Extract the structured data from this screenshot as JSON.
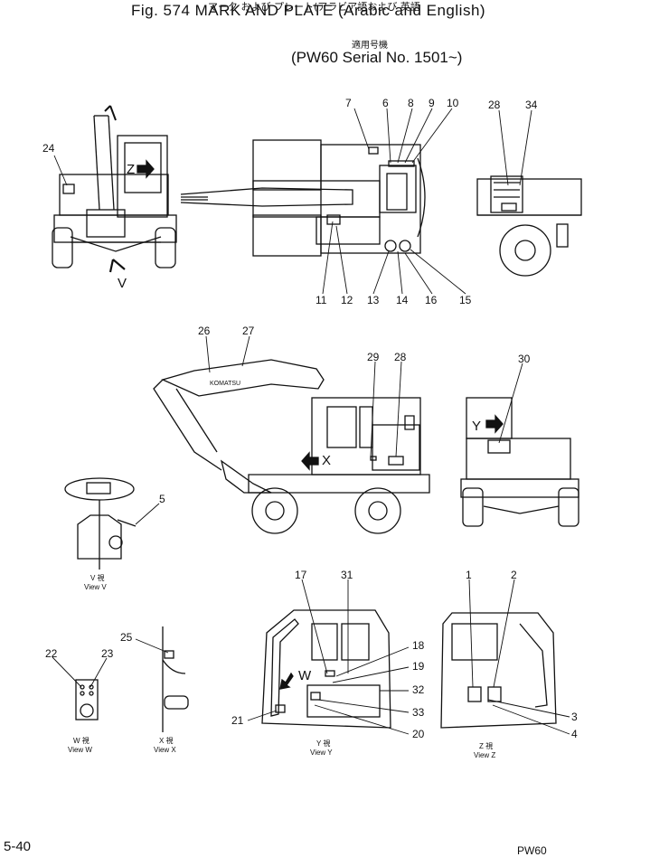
{
  "header": {
    "figure_title": "Fig. 574 MARK AND PLATE (Arabic and English)",
    "figure_title_jp": "マーク および プレート(アラビア語および 英語",
    "serial_jp": "適用号機",
    "serial_line": "(PW60 Serial No. 1501~)"
  },
  "callouts": [
    "24",
    "7",
    "6",
    "8",
    "9",
    "10",
    "28",
    "34",
    "11",
    "12",
    "13",
    "14",
    "16",
    "15",
    "26",
    "27",
    "29",
    "28",
    "30",
    "5",
    "17",
    "31",
    "1",
    "2",
    "18",
    "19",
    "32",
    "33",
    "20",
    "21",
    "3",
    "4",
    "22",
    "23",
    "25"
  ],
  "inset_letters": {
    "z": "Z",
    "v": "V",
    "y": "Y",
    "x": "X",
    "w": "W"
  },
  "view_labels": [
    {
      "jp": "V 視",
      "en": "View V"
    },
    {
      "jp": "W 視",
      "en": "View W"
    },
    {
      "jp": "X 視",
      "en": "View X"
    },
    {
      "jp": "Y 視",
      "en": "View Y"
    },
    {
      "jp": "Z 視",
      "en": "View Z"
    }
  ],
  "footer": {
    "page_number": "5-40",
    "model_code": "PW60"
  },
  "boom_lettering": "KOMATSU"
}
